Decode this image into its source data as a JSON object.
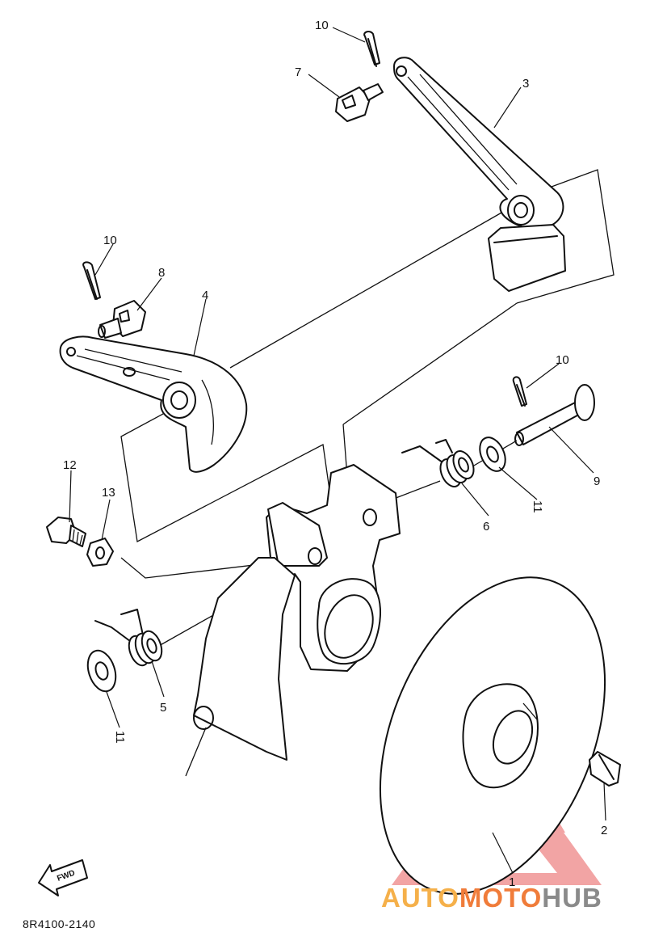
{
  "callouts": {
    "c1": "1",
    "c2": "2",
    "c3": "3",
    "c4": "4",
    "c5": "5",
    "c6": "6",
    "c7": "7",
    "c8": "8",
    "c9": "9",
    "c10a": "10",
    "c10b": "10",
    "c10c": "10",
    "c11a": "11",
    "c11b": "11",
    "c12": "12",
    "c13": "13"
  },
  "fwd_label": "FWD",
  "diagram_code": "8R4100-2140",
  "watermark": {
    "part1": "AUTO",
    "part2": "MOTO",
    "part3": "HUB",
    "color1": "#f5b04a",
    "color2": "#f07c3a",
    "color3": "#8a8a8a",
    "triangle_color": "#e85a5a"
  }
}
